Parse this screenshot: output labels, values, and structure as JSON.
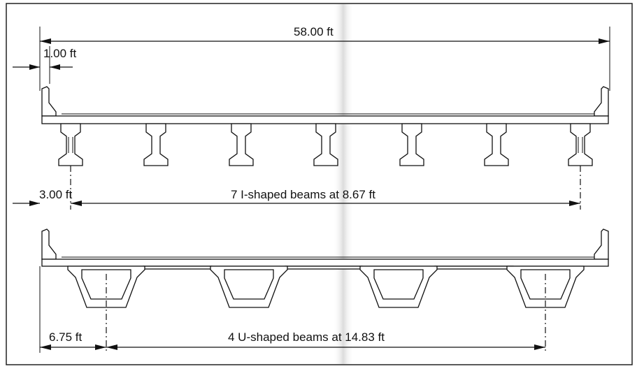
{
  "dimensions": {
    "overall_width": "58.00 ft",
    "overhang": "1.00 ft",
    "i_beam_edge": "3.00 ft",
    "i_beam_spacing": "7 I-shaped beams at 8.67 ft",
    "u_beam_edge": "6.75 ft",
    "u_beam_spacing": "4 U-shaped beams at 14.83 ft"
  },
  "colors": {
    "line": "#111111",
    "paper": "#ffffff",
    "fold": "#d8d8d8"
  }
}
